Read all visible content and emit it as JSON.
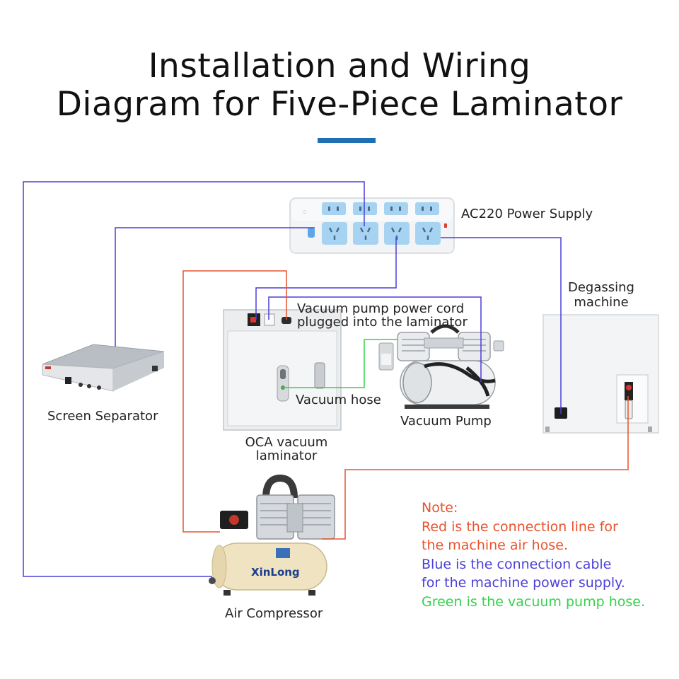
{
  "title": {
    "line1": "Installation and Wiring",
    "line2": "Diagram for Five-Piece Laminator"
  },
  "labels": {
    "power_supply": "AC220 Power Supply",
    "degassing_line1": "Degassing",
    "degassing_line2": "machine",
    "vacuum_cord_line1": "Vacuum pump power cord",
    "vacuum_cord_line2": "plugged into the laminator",
    "screen_separator": "Screen Separator",
    "vacuum_hose": "Vacuum hose",
    "vacuum_pump": "Vacuum Pump",
    "oca_line1": "OCA vacuum",
    "oca_line2": "laminator",
    "air_compressor": "Air Compressor",
    "compressor_brand": "XinLong"
  },
  "note": {
    "heading": "Note:",
    "red_line1": "Red is the connection line for",
    "red_line2": "the machine air hose.",
    "blue_line1": "Blue is the connection cable",
    "blue_line2": "for the machine power supply.",
    "green_line": "Green is the vacuum pump hose."
  },
  "colors": {
    "air_hose_red": "#e8532d",
    "power_blue": "#4b3fd8",
    "vacuum_green": "#35d24a",
    "accent_bar": "#1f6fb5",
    "socket_blue": "#a7d3f2"
  }
}
